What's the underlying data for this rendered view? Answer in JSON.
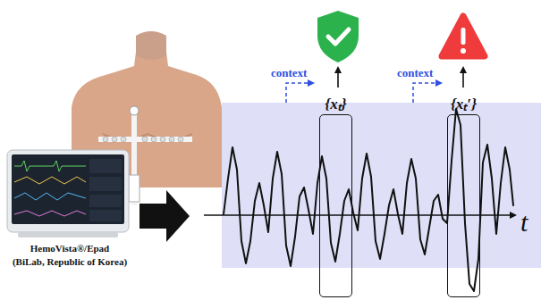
{
  "diagram": {
    "nodes": [
      {
        "text": [
          "{xₜ}"
        ]
      },
      {
        "text": [
          "{xₜ′}"
        ]
      }
    ],
    "labels": [
      "context",
      "context",
      "t",
      "HemoVista®/Epad",
      "(BiLab, Republic of Korea)"
    ]
  }
}
